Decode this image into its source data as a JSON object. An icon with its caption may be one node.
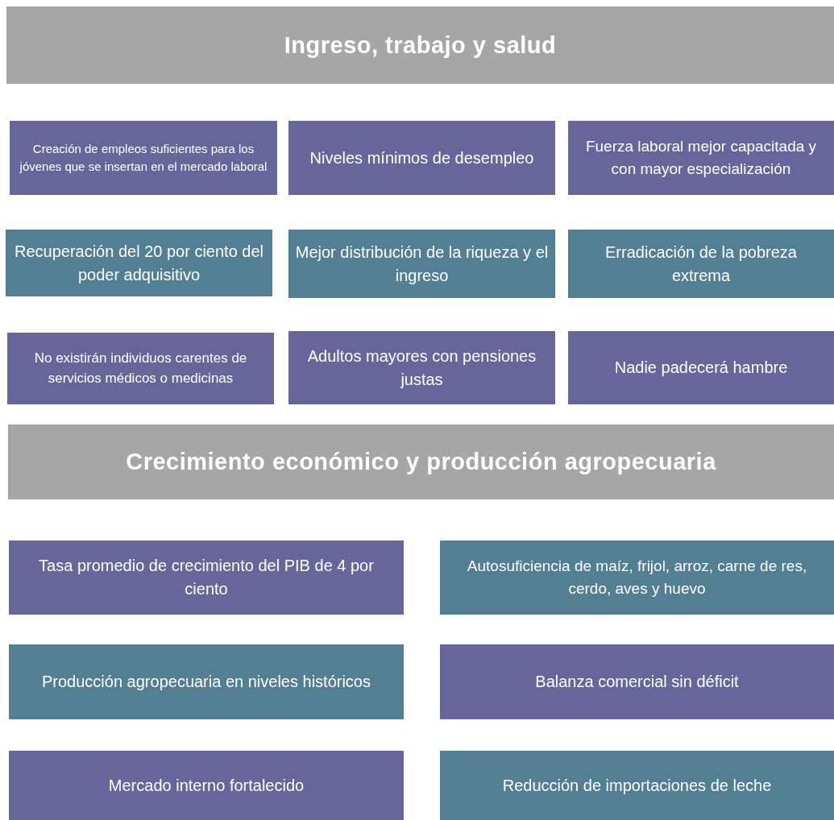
{
  "diagram": {
    "nodes": [
      {
        "text": [
          "Ingreso, trabajo y salud"
        ]
      },
      {
        "text": [
          "Creación de empleos suficientes para los jóvenes que se insertan en el mercado laboral"
        ]
      },
      {
        "text": [
          "Niveles mínimos de desempleo"
        ]
      },
      {
        "text": [
          "Fuerza laboral mejor capacitada y con mayor especialización"
        ]
      },
      {
        "text": [
          "Recuperación del 20 por ciento del poder adquisitivo"
        ]
      },
      {
        "text": [
          "Mejor distribución de la riqueza y el ingreso"
        ]
      },
      {
        "text": [
          "Erradicación de la pobreza extrema"
        ]
      },
      {
        "text": [
          "No existirán individuos carentes de servicios médicos o medicinas"
        ]
      },
      {
        "text": [
          "Adultos mayores con pensiones justas"
        ]
      },
      {
        "text": [
          "Nadie padecerá hambre"
        ]
      },
      {
        "text": [
          "Crecimiento económico y producción agropecuaria"
        ]
      },
      {
        "text": [
          "Tasa promedio de crecimiento del PIB de 4 por ciento"
        ]
      },
      {
        "text": [
          "Autosuficiencia de maíz, frijol, arroz, carne de res, cerdo, aves y huevo"
        ]
      },
      {
        "text": [
          "Producción agropecuaria en niveles históricos"
        ]
      },
      {
        "text": [
          "Balanza comercial sin déficit"
        ]
      },
      {
        "text": [
          "Mercado interno fortalecido"
        ]
      },
      {
        "text": [
          "Reducción de importaciones de leche"
        ]
      }
    ],
    "edges": []
  }
}
